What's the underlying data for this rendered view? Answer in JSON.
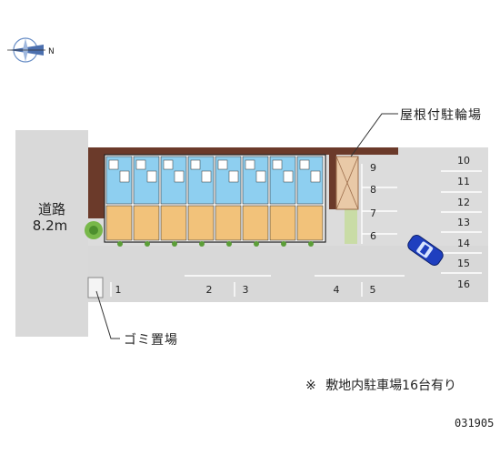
{
  "road": {
    "name": "道路",
    "width": "8.2m"
  },
  "labels": {
    "roofed_bicycle_parking": "屋根付駐輪場",
    "garbage_area": "ゴミ置場",
    "note_mark": "※",
    "note": "敷地内駐車場16台有り",
    "property_code": "031905"
  },
  "compass": {
    "north": "N"
  },
  "parking": {
    "spaces": [
      "1",
      "2",
      "3",
      "4",
      "5",
      "6",
      "7",
      "8",
      "9",
      "10",
      "11",
      "12",
      "13",
      "14",
      "15",
      "16"
    ],
    "highlighted_space": "14"
  },
  "colors": {
    "lot_surface": "#dcdcdc",
    "road_surface": "#d9d9d9",
    "hedge_brown": "#6b3a2a",
    "bicycle_roof": "#e9c9a7",
    "car_blue": "#1f3fbf",
    "room_orange": "#f2c27a",
    "room_blue": "#8ecff0"
  }
}
